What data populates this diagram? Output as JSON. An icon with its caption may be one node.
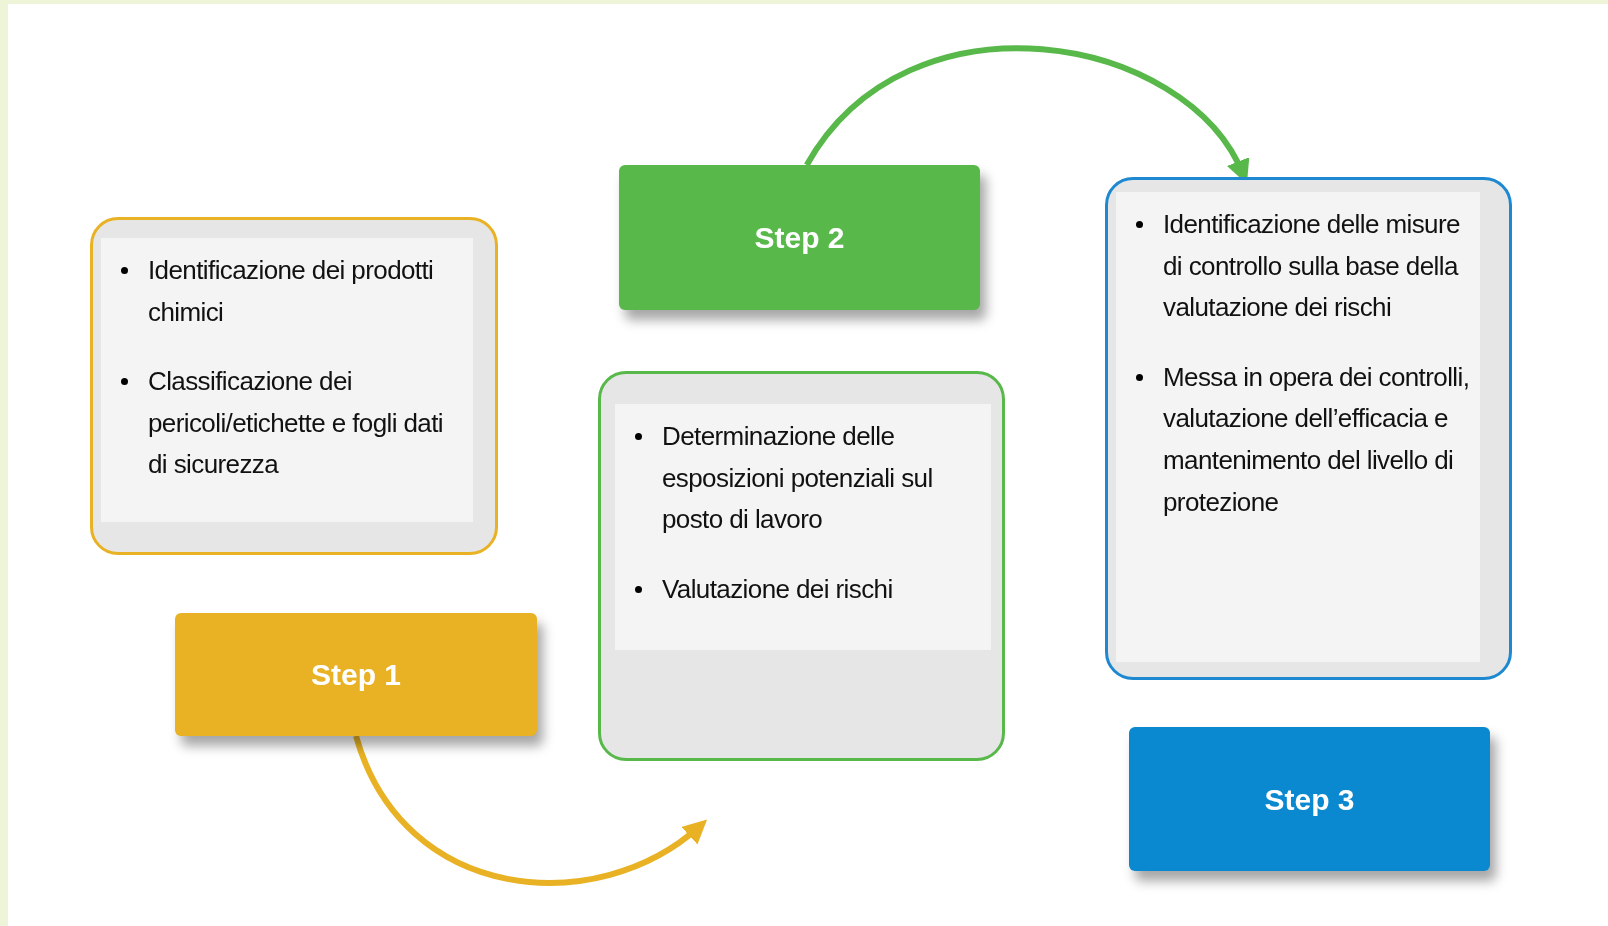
{
  "diagram": {
    "nodes": [
      {
        "text": [
          "Identificazione dei prodotti chimici",
          "Classificazione dei pericoli/etichette e fogli dati di sicurezza"
        ]
      },
      {
        "text": [
          "Step 1"
        ]
      },
      {
        "text": [
          "Step 2"
        ]
      },
      {
        "text": [
          "Determinazione delle esposizioni potenziali sul posto di lavoro",
          "Valutazione dei rischi"
        ]
      },
      {
        "text": [
          "Identificazione delle misure di controllo sulla base della valutazione dei rischi",
          "Messa in opera dei controlli, valutazione dell’efficacia e mantenimento del livello di protezione"
        ]
      },
      {
        "text": [
          "Step 3"
        ]
      }
    ],
    "edges": [
      {
        "from": 1,
        "to": null,
        "arrow": "to",
        "color": "#e8b224"
      },
      {
        "from": 2,
        "to": 4,
        "arrow": "to",
        "color": "#58b84a"
      }
    ]
  }
}
